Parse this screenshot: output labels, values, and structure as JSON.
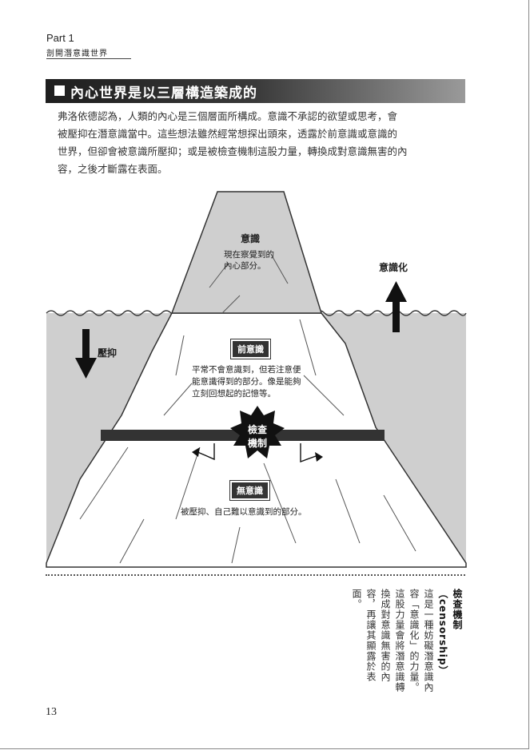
{
  "header": {
    "part": "Part 1",
    "subtitle": "剖開潛意識世界"
  },
  "section": {
    "title": "內心世界是以三層構造築成的"
  },
  "body_lines": [
    "弗洛依德認為，人類的內心是三個層面所構成。意識不承認的欲望或思考，會",
    "被壓抑在潛意識當中。這些想法雖然經常想探出頭來，透露於前意識或意識的",
    "世界，但卻會被意識所壓抑；或是被檢查機制這股力量，轉換成對意識無害的內",
    "容，之後才斷露在表面。"
  ],
  "diagram": {
    "conscious_title": "意識",
    "conscious_desc_1": "現在察覺到的",
    "conscious_desc_2": "內心部分。",
    "consciousness_arrow": "意識化",
    "repression_arrow": "壓抑",
    "preconscious_tag": "前意識",
    "preconscious_desc_1": "平常不會意識到，但若注意便",
    "preconscious_desc_2": "能意識得到的部分。像是能夠",
    "preconscious_desc_3": "立刻回想起的記憶等。",
    "censorship_1": "檢查",
    "censorship_2": "機制",
    "unconscious_tag": "無意識",
    "unconscious_desc": "被壓抑、自己難以意識到的部分。"
  },
  "sidebar_note": {
    "title": "檢查機制",
    "term": "（censorship）",
    "lines": [
      "這是一種妨礙潛意識內",
      "容「意識化」的力量。",
      "這股力量會將潛意識轉",
      "換成對意識無害的內",
      "容，再讓其顯露於表",
      "面。"
    ]
  },
  "page_number": "13"
}
